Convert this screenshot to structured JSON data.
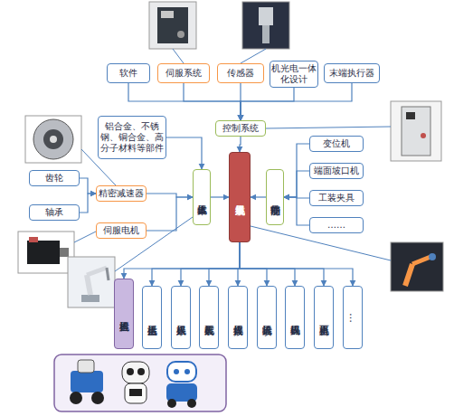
{
  "diagram": {
    "nodes": [
      {
        "text": [
          "软件"
        ]
      },
      {
        "text": [
          "伺服系统"
        ]
      },
      {
        "text": [
          "传感器"
        ]
      },
      {
        "text": [
          "机光电一体化设计"
        ]
      },
      {
        "text": [
          "末端执行器"
        ]
      },
      {
        "text": [
          "控制系统"
        ]
      },
      {
        "text": [
          "铝合金、不锈钢、铜合金、高分子材料等部件"
        ]
      },
      {
        "text": [
          "齿轮"
        ]
      },
      {
        "text": [
          "精密减速器"
        ]
      },
      {
        "text": [
          "轴承"
        ]
      },
      {
        "text": [
          "伺服电机"
        ]
      },
      {
        "text": [
          "机器人本体"
        ]
      },
      {
        "text": [
          "机器人系统集成"
        ]
      },
      {
        "text": [
          "功能零部件"
        ]
      },
      {
        "text": [
          "变位机"
        ]
      },
      {
        "text": [
          "端面坡口机"
        ]
      },
      {
        "text": [
          "工装夹具"
        ]
      },
      {
        "text": [
          "……"
        ]
      },
      {
        "text": [
          "巡检机器人"
        ]
      },
      {
        "text": [
          "生活机器人"
        ]
      },
      {
        "text": [
          "娱乐机器人"
        ]
      },
      {
        "text": [
          "装配机器人"
        ]
      },
      {
        "text": [
          "焊接机器人"
        ]
      },
      {
        "text": [
          "喷涂机器人"
        ]
      },
      {
        "text": [
          "码垛机器人"
        ]
      },
      {
        "text": [
          "上下料机器人"
        ]
      },
      {
        "text": [
          "…"
        ]
      }
    ],
    "edges": [
      {
        "from": 0,
        "to": 5,
        "arrow": "to"
      },
      {
        "from": 1,
        "to": 5,
        "arrow": "to"
      },
      {
        "from": 2,
        "to": 5,
        "arrow": "to"
      },
      {
        "from": 3,
        "to": 5,
        "arrow": "to"
      },
      {
        "from": 4,
        "to": 5,
        "arrow": "to"
      },
      {
        "from": 5,
        "to": 12,
        "arrow": "to"
      },
      {
        "from": 6,
        "to": 11,
        "arrow": "to"
      },
      {
        "from": 7,
        "to": 8,
        "arrow": "to"
      },
      {
        "from": 9,
        "to": 8,
        "arrow": "to"
      },
      {
        "from": 8,
        "to": 11,
        "arrow": "to"
      },
      {
        "from": 10,
        "to": 11,
        "arrow": "to"
      },
      {
        "from": 11,
        "to": 12,
        "arrow": "to"
      },
      {
        "from": 14,
        "to": 13,
        "arrow": "to"
      },
      {
        "from": 15,
        "to": 13,
        "arrow": "to"
      },
      {
        "from": 16,
        "to": 13,
        "arrow": "to"
      },
      {
        "from": 17,
        "to": 13,
        "arrow": "to"
      },
      {
        "from": 13,
        "to": 12,
        "arrow": "to"
      },
      {
        "from": 12,
        "to": 18,
        "arrow": "to"
      },
      {
        "from": 12,
        "to": 19,
        "arrow": "to"
      },
      {
        "from": 12,
        "to": 20,
        "arrow": "to"
      },
      {
        "from": 12,
        "to": 21,
        "arrow": "to"
      },
      {
        "from": 12,
        "to": 22,
        "arrow": "to"
      },
      {
        "from": 12,
        "to": 23,
        "arrow": "to"
      },
      {
        "from": 12,
        "to": 24,
        "arrow": "to"
      },
      {
        "from": 12,
        "to": 25,
        "arrow": "to"
      },
      {
        "from": 12,
        "to": 26,
        "arrow": "to"
      }
    ]
  }
}
